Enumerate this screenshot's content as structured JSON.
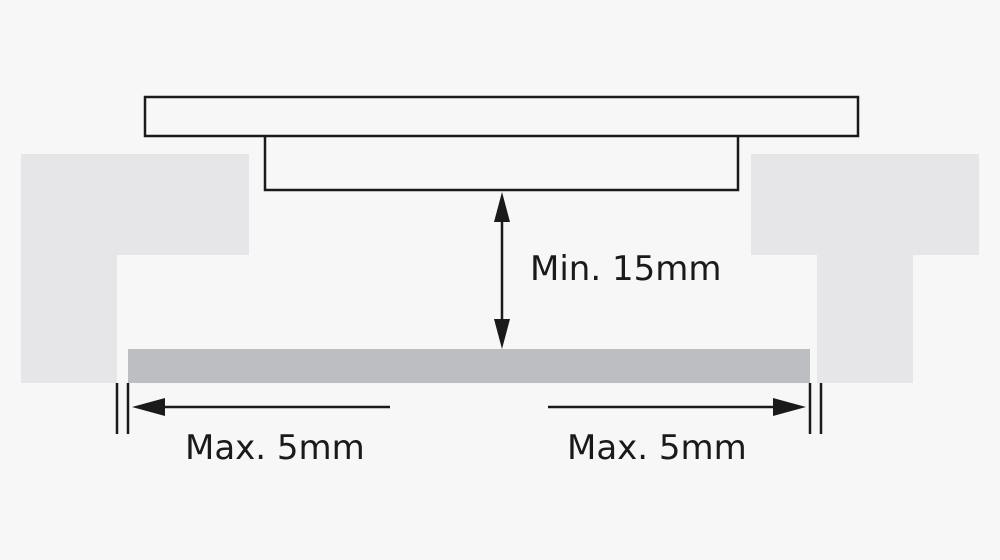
{
  "diagram": {
    "type": "installation-clearance-diagram",
    "colors": {
      "background": "#f7f7f7",
      "wall": "#e6e6e8",
      "panel": "#bdbec1",
      "outline": "#1a1a1a"
    },
    "labels": {
      "vertical_clearance": "Min. 15mm",
      "left_gap": "Max. 5mm",
      "right_gap": "Max. 5mm"
    },
    "elements": [
      {
        "name": "top-plate",
        "description": "Outlined top plate"
      },
      {
        "name": "bracket-block",
        "description": "Outlined block under top plate"
      },
      {
        "name": "left-wall",
        "description": "Light grey L-shaped wall profile"
      },
      {
        "name": "right-wall",
        "description": "Light grey T-shaped wall profile"
      },
      {
        "name": "bottom-panel",
        "description": "Grey horizontal panel"
      },
      {
        "name": "vertical-dimension-arrow",
        "description": "Double-headed arrow showing minimum clearance"
      },
      {
        "name": "left-gap-arrow",
        "description": "Arrow pointing left to gap marker"
      },
      {
        "name": "right-gap-arrow",
        "description": "Arrow pointing right to gap marker"
      }
    ]
  }
}
